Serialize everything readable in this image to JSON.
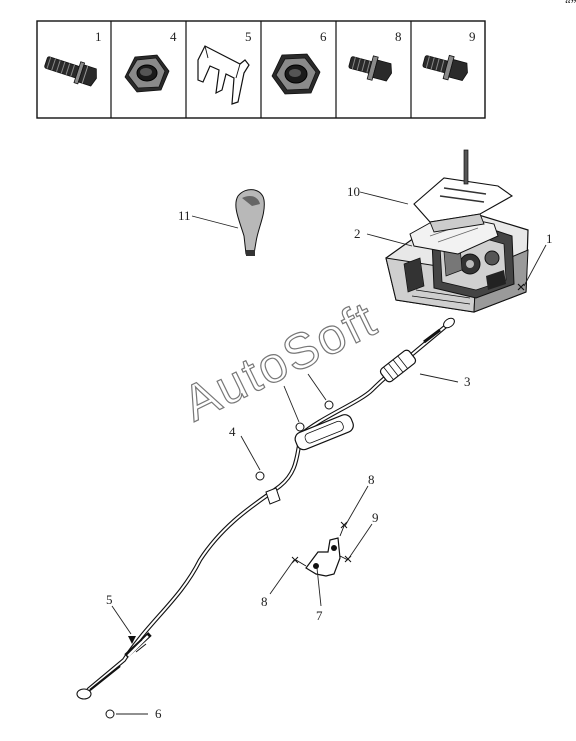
{
  "corner_mark": "“”",
  "watermark": "AutoSoft",
  "parts_strip": [
    {
      "number": "1",
      "icon": "bolt-icon"
    },
    {
      "number": "4",
      "icon": "hex-nut-icon"
    },
    {
      "number": "5",
      "icon": "retaining-clip-icon"
    },
    {
      "number": "6",
      "icon": "hex-nut-icon"
    },
    {
      "number": "8",
      "icon": "bolt-icon"
    },
    {
      "number": "9",
      "icon": "bolt-icon"
    }
  ],
  "callouts": {
    "c1": "1",
    "c2": "2",
    "c3": "3",
    "c4": "4",
    "c5": "5",
    "c6": "6",
    "c7": "7",
    "c8a": "8",
    "c8b": "8",
    "c9": "9",
    "c10": "10",
    "c11": "11"
  }
}
